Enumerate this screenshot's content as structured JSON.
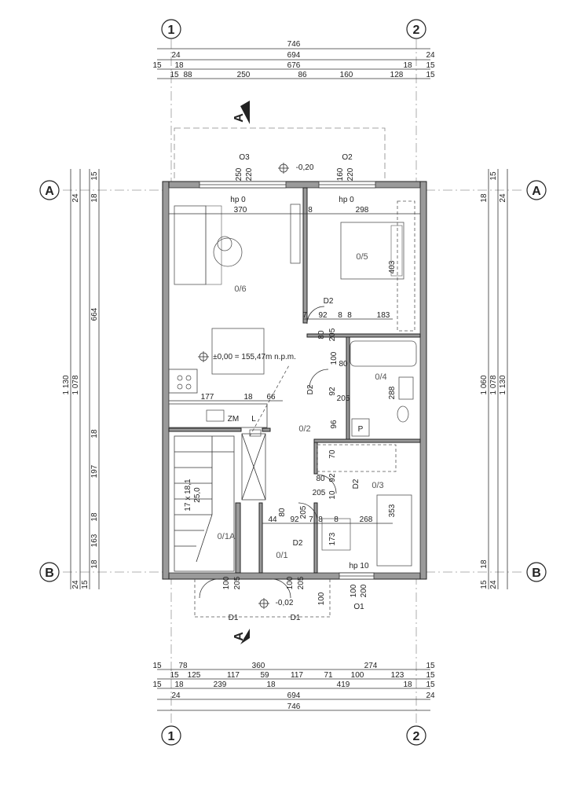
{
  "axes": {
    "col1": "1",
    "col2": "2",
    "rowA": "A",
    "rowB": "B",
    "section": "A"
  },
  "top_dims": {
    "row1": [
      "746"
    ],
    "row2": [
      "24",
      "694",
      "24"
    ],
    "row3": [
      "15",
      "18",
      "676",
      "18",
      "15"
    ],
    "row4": [
      "15",
      "88",
      "250",
      "86",
      "160",
      "128",
      "15"
    ]
  },
  "bottom_dims": {
    "row1": [
      "15",
      "78",
      "360",
      "274",
      "15"
    ],
    "row2": [
      "15",
      "125",
      "117",
      "59",
      "117",
      "71",
      "100",
      "123",
      "15"
    ],
    "row3": [
      "15",
      "18",
      "239",
      "18",
      "419",
      "18",
      "15"
    ],
    "row4": [
      "24",
      "694",
      "24"
    ],
    "row5": [
      "746"
    ]
  },
  "left_dims": {
    "col1": [
      "24",
      "15"
    ],
    "col2": [
      "18",
      "1 130"
    ],
    "col3": [
      "1 078"
    ],
    "col4": [
      "664",
      "18",
      "197",
      "18",
      "163",
      "18",
      "24",
      "15"
    ]
  },
  "right_dims": [
    "18",
    "15",
    "24",
    "1 060",
    "1 078",
    "1 130",
    "18",
    "15",
    "24"
  ],
  "rooms": {
    "r06": "0/6",
    "r05": "0/5",
    "r04": "0/4",
    "r02": "0/2",
    "r03": "0/3",
    "r01a": "0/1A",
    "r01": "0/1"
  },
  "labels": {
    "o3": "O3",
    "o2": "O2",
    "o1": "O1",
    "lvl_top": "-0,20",
    "lvl_bottom": "-0,02",
    "datum": "±0,00 = 155,47m n.p.m.",
    "hp_left": "hp 0",
    "hp_right": "hp 0",
    "hp_bottom": "hp 10",
    "zm": "ZM",
    "l": "L",
    "p": "P",
    "stairs": "17 x 18,1",
    "stairs2": "25,0"
  },
  "doors": {
    "d2a": "D2",
    "d2b": "D2",
    "d2c": "D2",
    "d2d": "D2",
    "d1a": "D1",
    "d1b": "D1"
  },
  "inner_dims": {
    "w370": "370",
    "w8a": "8",
    "w298": "298",
    "h403": "403",
    "d7": "7",
    "d92a": "92",
    "d8b": "8",
    "d8c": "8",
    "d183": "183",
    "d80a": "80",
    "d205a": "205",
    "d100a": "100",
    "d80b": "80",
    "d92b": "92",
    "d205b": "205",
    "h288": "288",
    "d96": "96",
    "d177": "177",
    "d18": "18",
    "d66": "66",
    "d70": "70",
    "d80c": "80",
    "d92c": "92",
    "d205c": "205",
    "d10": "10",
    "h353": "353",
    "d44": "44",
    "d80d": "80",
    "d92d": "92",
    "d205d": "205",
    "d7b": "7",
    "d8d": "8",
    "d268": "268",
    "d8e": "8",
    "d173": "173",
    "o3_250": "250",
    "o3_220": "220",
    "o2_160": "160",
    "o2_220": "220",
    "d1_100a": "100",
    "d1_205a": "205",
    "d1_100b": "100",
    "d1_205b": "205",
    "o1_100": "100",
    "o1_200": "200",
    "ent_100": "100"
  }
}
